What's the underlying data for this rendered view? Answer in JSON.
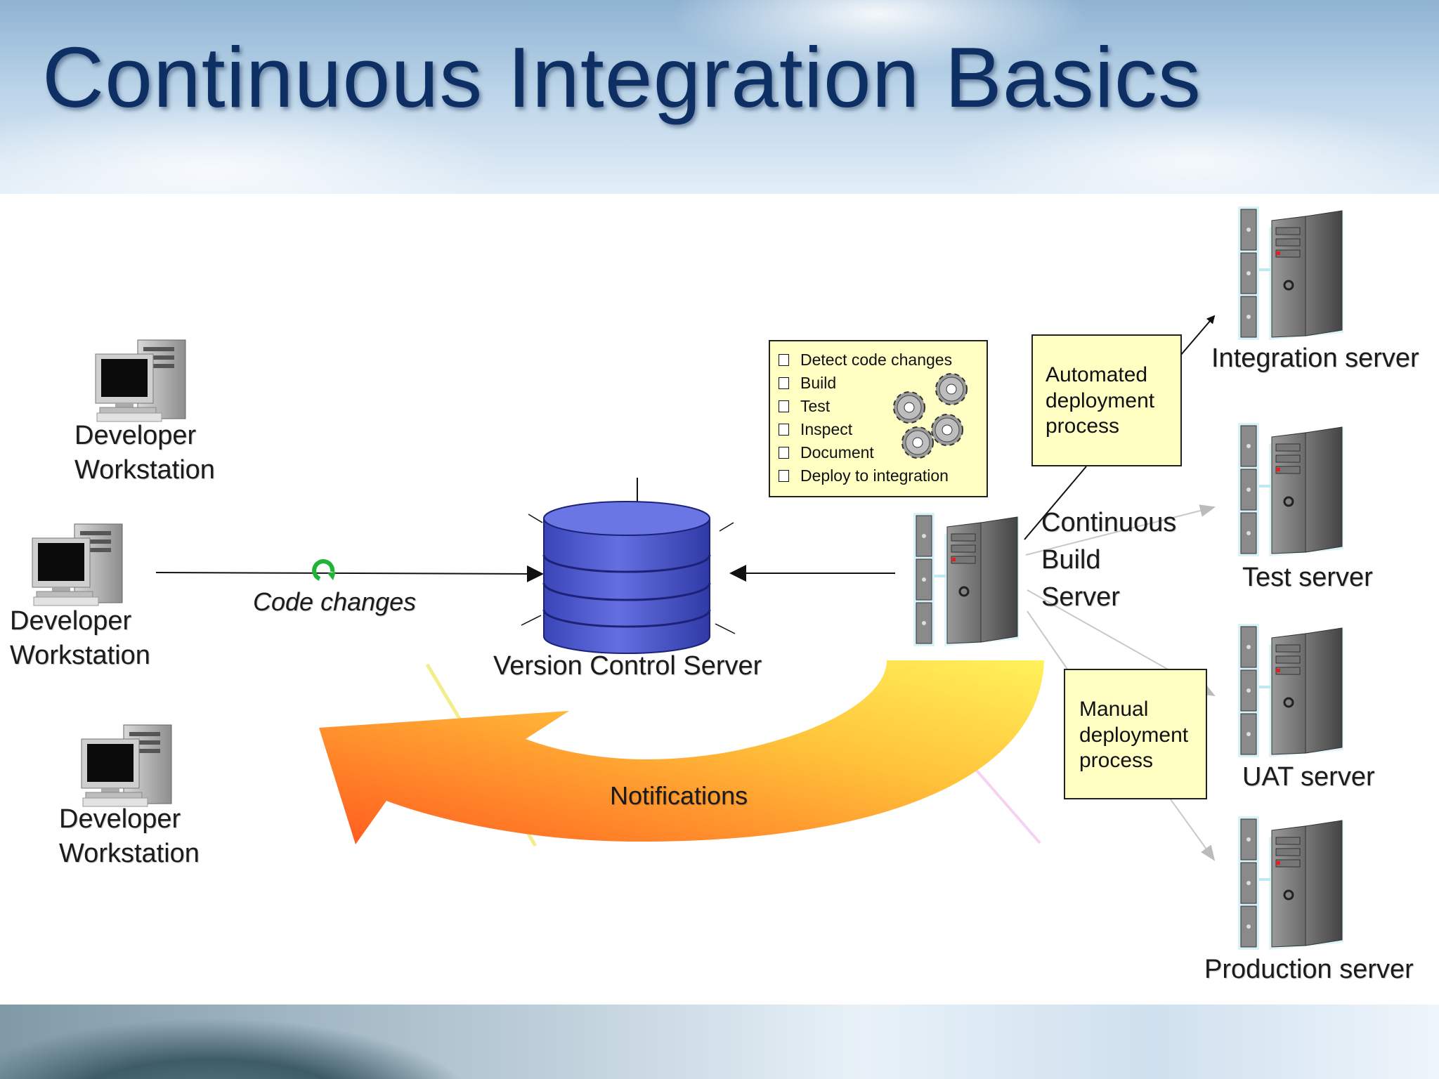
{
  "title": "Continuous Integration Basics",
  "workstations": [
    {
      "line1": "Developer",
      "line2": "Workstation"
    },
    {
      "line1": "Developer",
      "line2": "Workstation"
    },
    {
      "line1": "Developer",
      "line2": "Workstation"
    }
  ],
  "code_changes": "Code changes",
  "version_control": "Version Control Server",
  "build_server": {
    "line1": "Continuous",
    "line2": "Build",
    "line3": "Server"
  },
  "checklist": [
    "Detect code changes",
    "Build",
    "Test",
    "Inspect",
    "Document",
    "Deploy to integration"
  ],
  "automated_note": "Automated\ndeployment\nprocess",
  "manual_note": "Manual\ndeployment\nprocess",
  "notifications": "Notifications",
  "servers": [
    "Integration server",
    "Test server",
    "UAT server",
    "Production server"
  ],
  "colors": {
    "title": "#0d2f63",
    "database": "#4a55c8",
    "note_fill": "#ffffc4",
    "arrow_start": "#ffe23a",
    "arrow_end": "#ff5a1e"
  }
}
